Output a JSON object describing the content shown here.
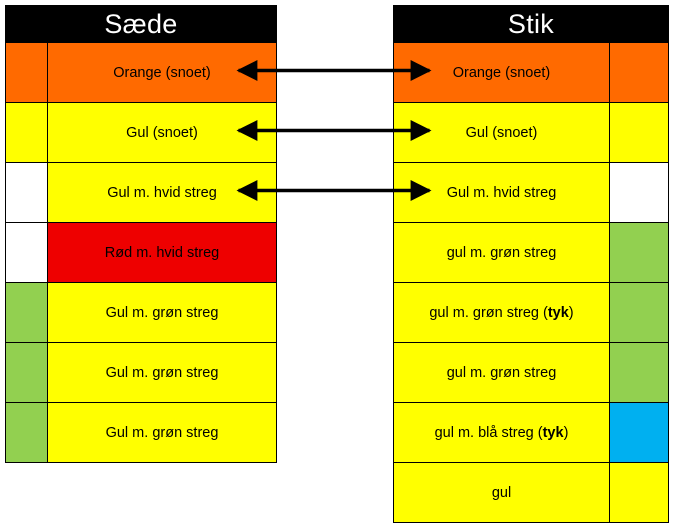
{
  "left": {
    "title": "Sæde",
    "rows": [
      {
        "label": "Orange (snoet)",
        "swatch": "#ff6a00",
        "bg": "#ff6a00"
      },
      {
        "label": "Gul (snoet)",
        "swatch": "#ffff00",
        "bg": "#ffff00"
      },
      {
        "label": "Gul m. hvid streg",
        "swatch": "#ffffff",
        "bg": "#ffff00"
      },
      {
        "label": "Rød m. hvid streg",
        "swatch": "#ffffff",
        "bg": "#ee0000"
      },
      {
        "label": "Gul m. grøn streg",
        "swatch": "#92d050",
        "bg": "#ffff00"
      },
      {
        "label": "Gul m. grøn streg",
        "swatch": "#92d050",
        "bg": "#ffff00"
      },
      {
        "label": "Gul m. grøn streg",
        "swatch": "#92d050",
        "bg": "#ffff00"
      }
    ]
  },
  "right": {
    "title": "Stik",
    "rows": [
      {
        "label": "Orange (snoet)",
        "swatch": "#ff6a00",
        "bg": "#ff6a00"
      },
      {
        "label": "Gul (snoet)",
        "swatch": "#ffff00",
        "bg": "#ffff00"
      },
      {
        "label": "Gul m. hvid streg",
        "swatch": "#ffffff",
        "bg": "#ffff00"
      },
      {
        "label": "gul m. grøn streg",
        "swatch": "#92d050",
        "bg": "#ffff00"
      },
      {
        "label": "gul m. grøn streg",
        "bold": "tyk",
        "swatch": "#92d050",
        "bg": "#ffff00"
      },
      {
        "label": "gul m. grøn streg",
        "swatch": "#92d050",
        "bg": "#ffff00"
      },
      {
        "label": "gul m. blå streg",
        "bold": "tyk",
        "swatch": "#00b0f0",
        "bg": "#ffff00"
      },
      {
        "label": "gul",
        "swatch": "#ffff00",
        "bg": "#ffff00"
      }
    ]
  },
  "connections": [
    {
      "from_row": 0,
      "to_row": 0
    },
    {
      "from_row": 1,
      "to_row": 1
    },
    {
      "from_row": 2,
      "to_row": 2
    }
  ]
}
